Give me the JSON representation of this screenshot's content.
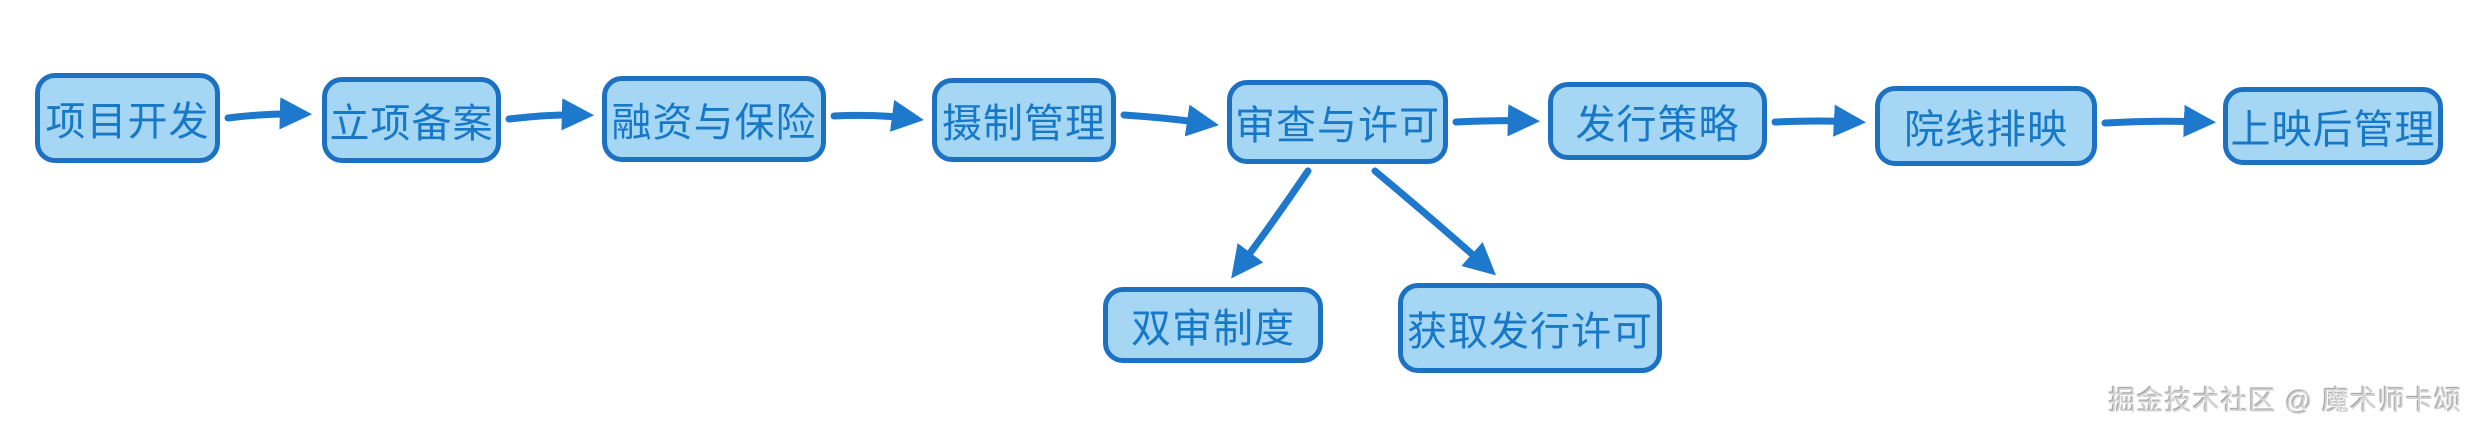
{
  "diagram_type": "flowchart",
  "nodes": [
    {
      "id": "project-development",
      "label": "项目开发"
    },
    {
      "id": "project-filing",
      "label": "立项备案"
    },
    {
      "id": "financing-insurance",
      "label": "融资与保险"
    },
    {
      "id": "production-management",
      "label": "摄制管理"
    },
    {
      "id": "review-licensing",
      "label": "审查与许可"
    },
    {
      "id": "distribution-strategy",
      "label": "发行策略"
    },
    {
      "id": "theater-scheduling",
      "label": "院线排映"
    },
    {
      "id": "post-release-management",
      "label": "上映后管理"
    },
    {
      "id": "dual-review-system",
      "label": "双审制度"
    },
    {
      "id": "obtain-distribution-license",
      "label": "获取发行许可"
    }
  ],
  "edges": [
    {
      "from": "project-development",
      "to": "project-filing"
    },
    {
      "from": "project-filing",
      "to": "financing-insurance"
    },
    {
      "from": "financing-insurance",
      "to": "production-management"
    },
    {
      "from": "production-management",
      "to": "review-licensing"
    },
    {
      "from": "review-licensing",
      "to": "distribution-strategy"
    },
    {
      "from": "distribution-strategy",
      "to": "theater-scheduling"
    },
    {
      "from": "theater-scheduling",
      "to": "post-release-management"
    },
    {
      "from": "review-licensing",
      "to": "dual-review-system"
    },
    {
      "from": "review-licensing",
      "to": "obtain-distribution-license"
    }
  ],
  "watermark": {
    "text": "掘金技术社区 @ 魔术师卡颂"
  },
  "colors": {
    "node_fill": "#a5d6f3",
    "node_stroke": "#1d71c2",
    "node_text": "#1878c8",
    "arrow": "#1e78cc",
    "background": "#ffffff",
    "watermark_text": "#d2d2d2"
  }
}
